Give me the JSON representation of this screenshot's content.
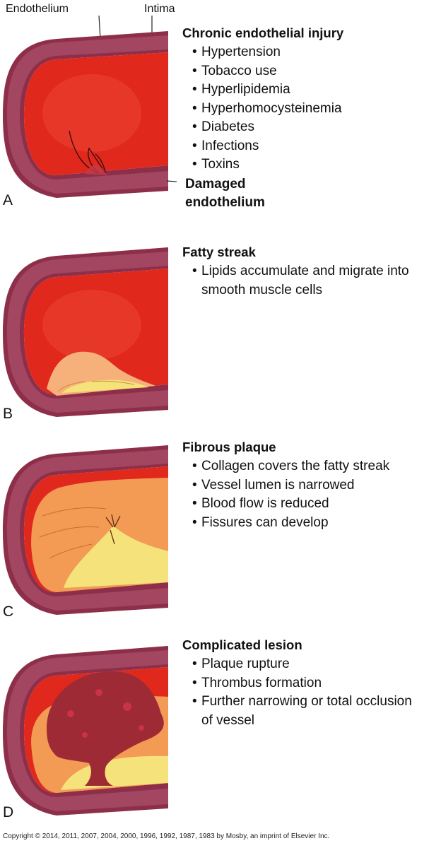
{
  "labels": {
    "endothelium": "Endothelium",
    "intima": "Intima",
    "damaged_line1": "Damaged",
    "damaged_line2": "endothelium"
  },
  "panels": [
    {
      "letter": "A",
      "heading": "Chronic endothelial injury",
      "bullets": [
        "Hypertension",
        "Tobacco use",
        "Hyperlipidemia",
        "Hyperhomocysteinemia",
        "Diabetes",
        "Infections",
        "Toxins"
      ]
    },
    {
      "letter": "B",
      "heading": "Fatty streak",
      "bullets": [
        "Lipids accumulate and migrate into smooth muscle cells"
      ]
    },
    {
      "letter": "C",
      "heading": "Fibrous plaque",
      "bullets": [
        "Collagen covers the fatty streak",
        "Vessel lumen is narrowed",
        "Blood flow is reduced",
        "Fissures can develop"
      ]
    },
    {
      "letter": "D",
      "heading": "Complicated lesion",
      "bullets": [
        "Plaque rupture",
        "Thrombus formation",
        "Further narrowing or total occlusion of vessel"
      ]
    }
  ],
  "copyright": "Copyright © 2014, 2011, 2007, 2004, 2000, 1996, 1992, 1987, 1983 by Mosby, an imprint of Elsevier Inc.",
  "colors": {
    "wall": "#8e2f4a",
    "wall_light": "#b35a74",
    "lumen": "#e0281d",
    "lumen_dark": "#b3140f",
    "plaque_fibrous": "#f39a55",
    "lipid": "#f6e27a",
    "thrombus": "#9e2a35"
  }
}
